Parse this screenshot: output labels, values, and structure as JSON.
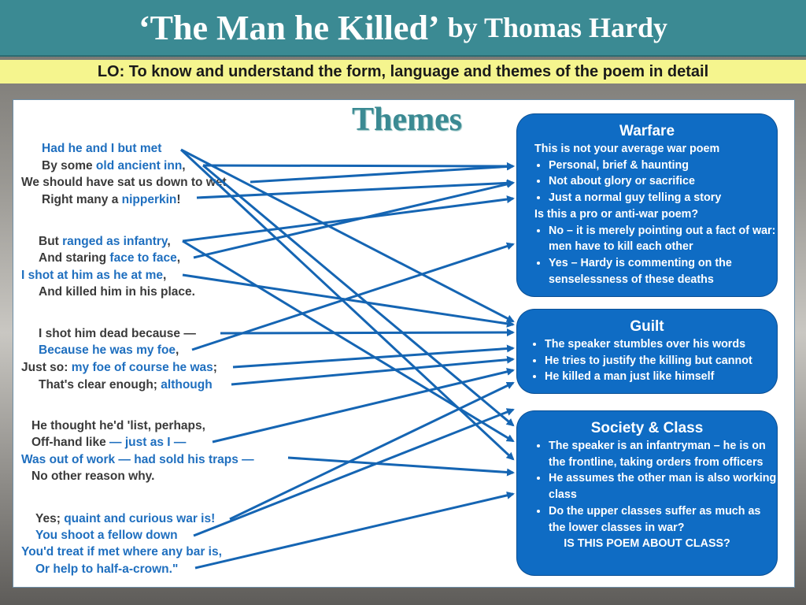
{
  "title": {
    "main": "‘The Man he Killed’",
    "by": "by Thomas Hardy"
  },
  "objective": "LO: To know and understand the form, language and themes of the poem in detail",
  "themes_heading": "Themes",
  "poem": {
    "stanza1": {
      "l1": {
        "a": "Had he and I but met"
      },
      "l2": {
        "a": "By some ",
        "b": "old ancient inn",
        "c": ","
      },
      "l3": {
        "a": "We should have sat us down to wet"
      },
      "l4": {
        "a": "Right many a ",
        "b": "nipperkin",
        "c": "!"
      }
    },
    "stanza2": {
      "l1": {
        "a": "But ",
        "b": "ranged as infantry",
        "c": ","
      },
      "l2": {
        "a": "And staring ",
        "b": "face to face",
        "c": ","
      },
      "l3": {
        "a": "I shot at him as he at me",
        "c": ","
      },
      "l4": {
        "a": "And killed him in his place."
      }
    },
    "stanza3": {
      "l1": {
        "a": "I shot him dead because —"
      },
      "l2": {
        "a": "Because he was my foe",
        "c": ","
      },
      "l3": {
        "a": "Just so: ",
        "b": "my foe of course he was",
        "c": ";"
      },
      "l4": {
        "a": "That's clear enough; ",
        "b": "although"
      }
    },
    "stanza4": {
      "l1": {
        "a": "He thought he'd 'list, perhaps,"
      },
      "l2": {
        "a": "Off-hand like ",
        "b": "— just as I —"
      },
      "l3": {
        "a": "Was out of work — had sold his traps —"
      },
      "l4": {
        "a": "No other reason why."
      }
    },
    "stanza5": {
      "l1": {
        "a": "Yes; ",
        "b": "quaint and curious war is!"
      },
      "l2": {
        "a": "You shoot a fellow down"
      },
      "l3": {
        "a": "You'd treat if met where any bar is,"
      },
      "l4": {
        "a": "Or help to half-a-crown.\""
      }
    }
  },
  "boxes": {
    "warfare": {
      "title": "Warfare",
      "intro": "This is not your average war poem",
      "bullets1": [
        "Personal, brief & haunting",
        "Not about glory or sacrifice",
        "Just a normal guy telling a story"
      ],
      "question": "Is this a pro or anti-war poem?",
      "bullets2": [
        "No – it is merely pointing out a fact of war: men have to kill each other",
        "Yes – Hardy is commenting on the senselessness of these deaths"
      ]
    },
    "guilt": {
      "title": "Guilt",
      "bullets": [
        "The speaker stumbles over his words",
        "He tries to justify the killing but cannot",
        "He killed a man just like himself"
      ]
    },
    "society": {
      "title": "Society & Class",
      "bullets": [
        "The speaker is an infantryman – he is on the frontline, taking orders from officers",
        "He assumes the other man is also working class",
        "Do the upper classes suffer as much as the lower classes in war?"
      ],
      "closing": "IS THIS POEM ABOUT CLASS?"
    }
  },
  "colors": {
    "title_bar": "#3b8a93",
    "objective_bg": "#f5f58e",
    "theme_box": "#0f6cc4",
    "highlight_text": "#1f6fbf",
    "arrow": "#1565b3"
  }
}
